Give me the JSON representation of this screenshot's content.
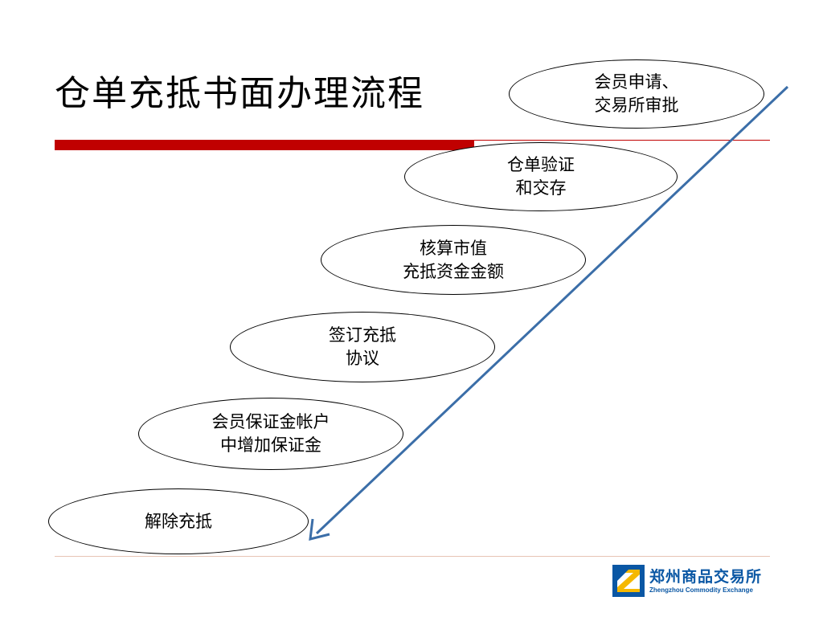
{
  "title": "仓单充抵书面办理流程",
  "steps": [
    {
      "line1": "会员申请、",
      "line2": "交易所审批"
    },
    {
      "line1": "仓单验证",
      "line2": "和交存"
    },
    {
      "line1": "核算市值",
      "line2": "充抵资金金额"
    },
    {
      "line1": "签订充抵",
      "line2": "协议"
    },
    {
      "line1": "会员保证金帐户",
      "line2": "中增加保证金"
    },
    {
      "line1": "解除充抵",
      "line2": ""
    }
  ],
  "logo": {
    "name_cn": "郑州商品交易所",
    "name_en": "Zhengzhou Commodity Exchange"
  },
  "colors": {
    "accent_red": "#c00000",
    "arrow_blue": "#3b6ea8",
    "logo_blue": "#0a57a4"
  }
}
